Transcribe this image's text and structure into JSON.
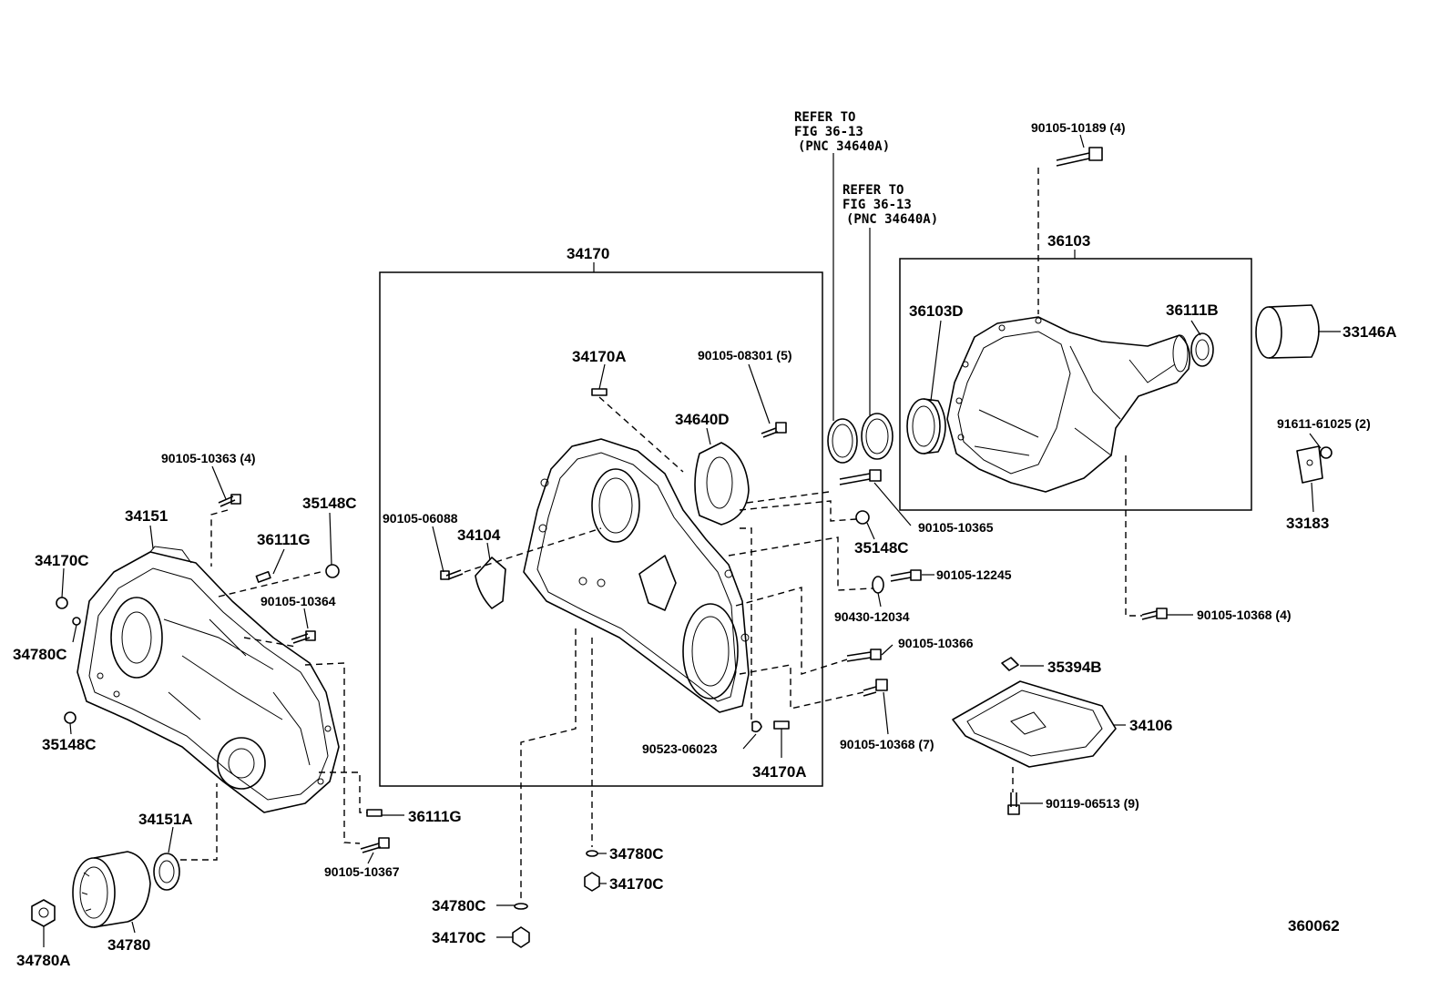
{
  "labels": {
    "p34170": "34170",
    "p36103": "36103",
    "p34170A_top": "34170A",
    "p90105_08301": "90105-08301 (5)",
    "p34640D": "34640D",
    "p36103D": "36103D",
    "p36111B": "36111B",
    "p33146A": "33146A",
    "p90105_10189": "90105-10189 (4)",
    "p91611_61025": "91611-61025 (2)",
    "p33183": "33183",
    "p90105_10363": "90105-10363 (4)",
    "p34151": "34151",
    "p35148C_top": "35148C",
    "p36111G_top": "36111G",
    "p34170C_left": "34170C",
    "p90105_10364": "90105-10364",
    "p34780C_left": "34780C",
    "p35148C_left": "35148C",
    "p90105_06088": "90105-06088",
    "p34104": "34104",
    "p90105_10365": "90105-10365",
    "p35148C_mid": "35148C",
    "p90105_12245": "90105-12245",
    "p90430_12034": "90430-12034",
    "p90105_10368_4": "90105-10368 (4)",
    "p90105_10366": "90105-10366",
    "p35394B": "35394B",
    "p90105_10368_7": "90105-10368 (7)",
    "p34106": "34106",
    "p90523_06023": "90523-06023",
    "p34170A_bot": "34170A",
    "p90119_06513": "90119-06513 (9)",
    "p36111G_bot": "36111G",
    "p90105_10367": "90105-10367",
    "p34151A": "34151A",
    "p34780C_mid": "34780C",
    "p34170C_mid": "34170C",
    "p34780C_bot": "34780C",
    "p34170C_bot": "34170C",
    "p34780": "34780",
    "p34780A": "34780A",
    "fig_id": "360062"
  },
  "refer_notes": [
    {
      "line1": "REFER TO",
      "line2": "FIG 36-13",
      "line3": "(PNC 34640A)"
    },
    {
      "line1": "REFER TO",
      "line2": "FIG 36-13",
      "line3": "(PNC 34640A)"
    }
  ]
}
